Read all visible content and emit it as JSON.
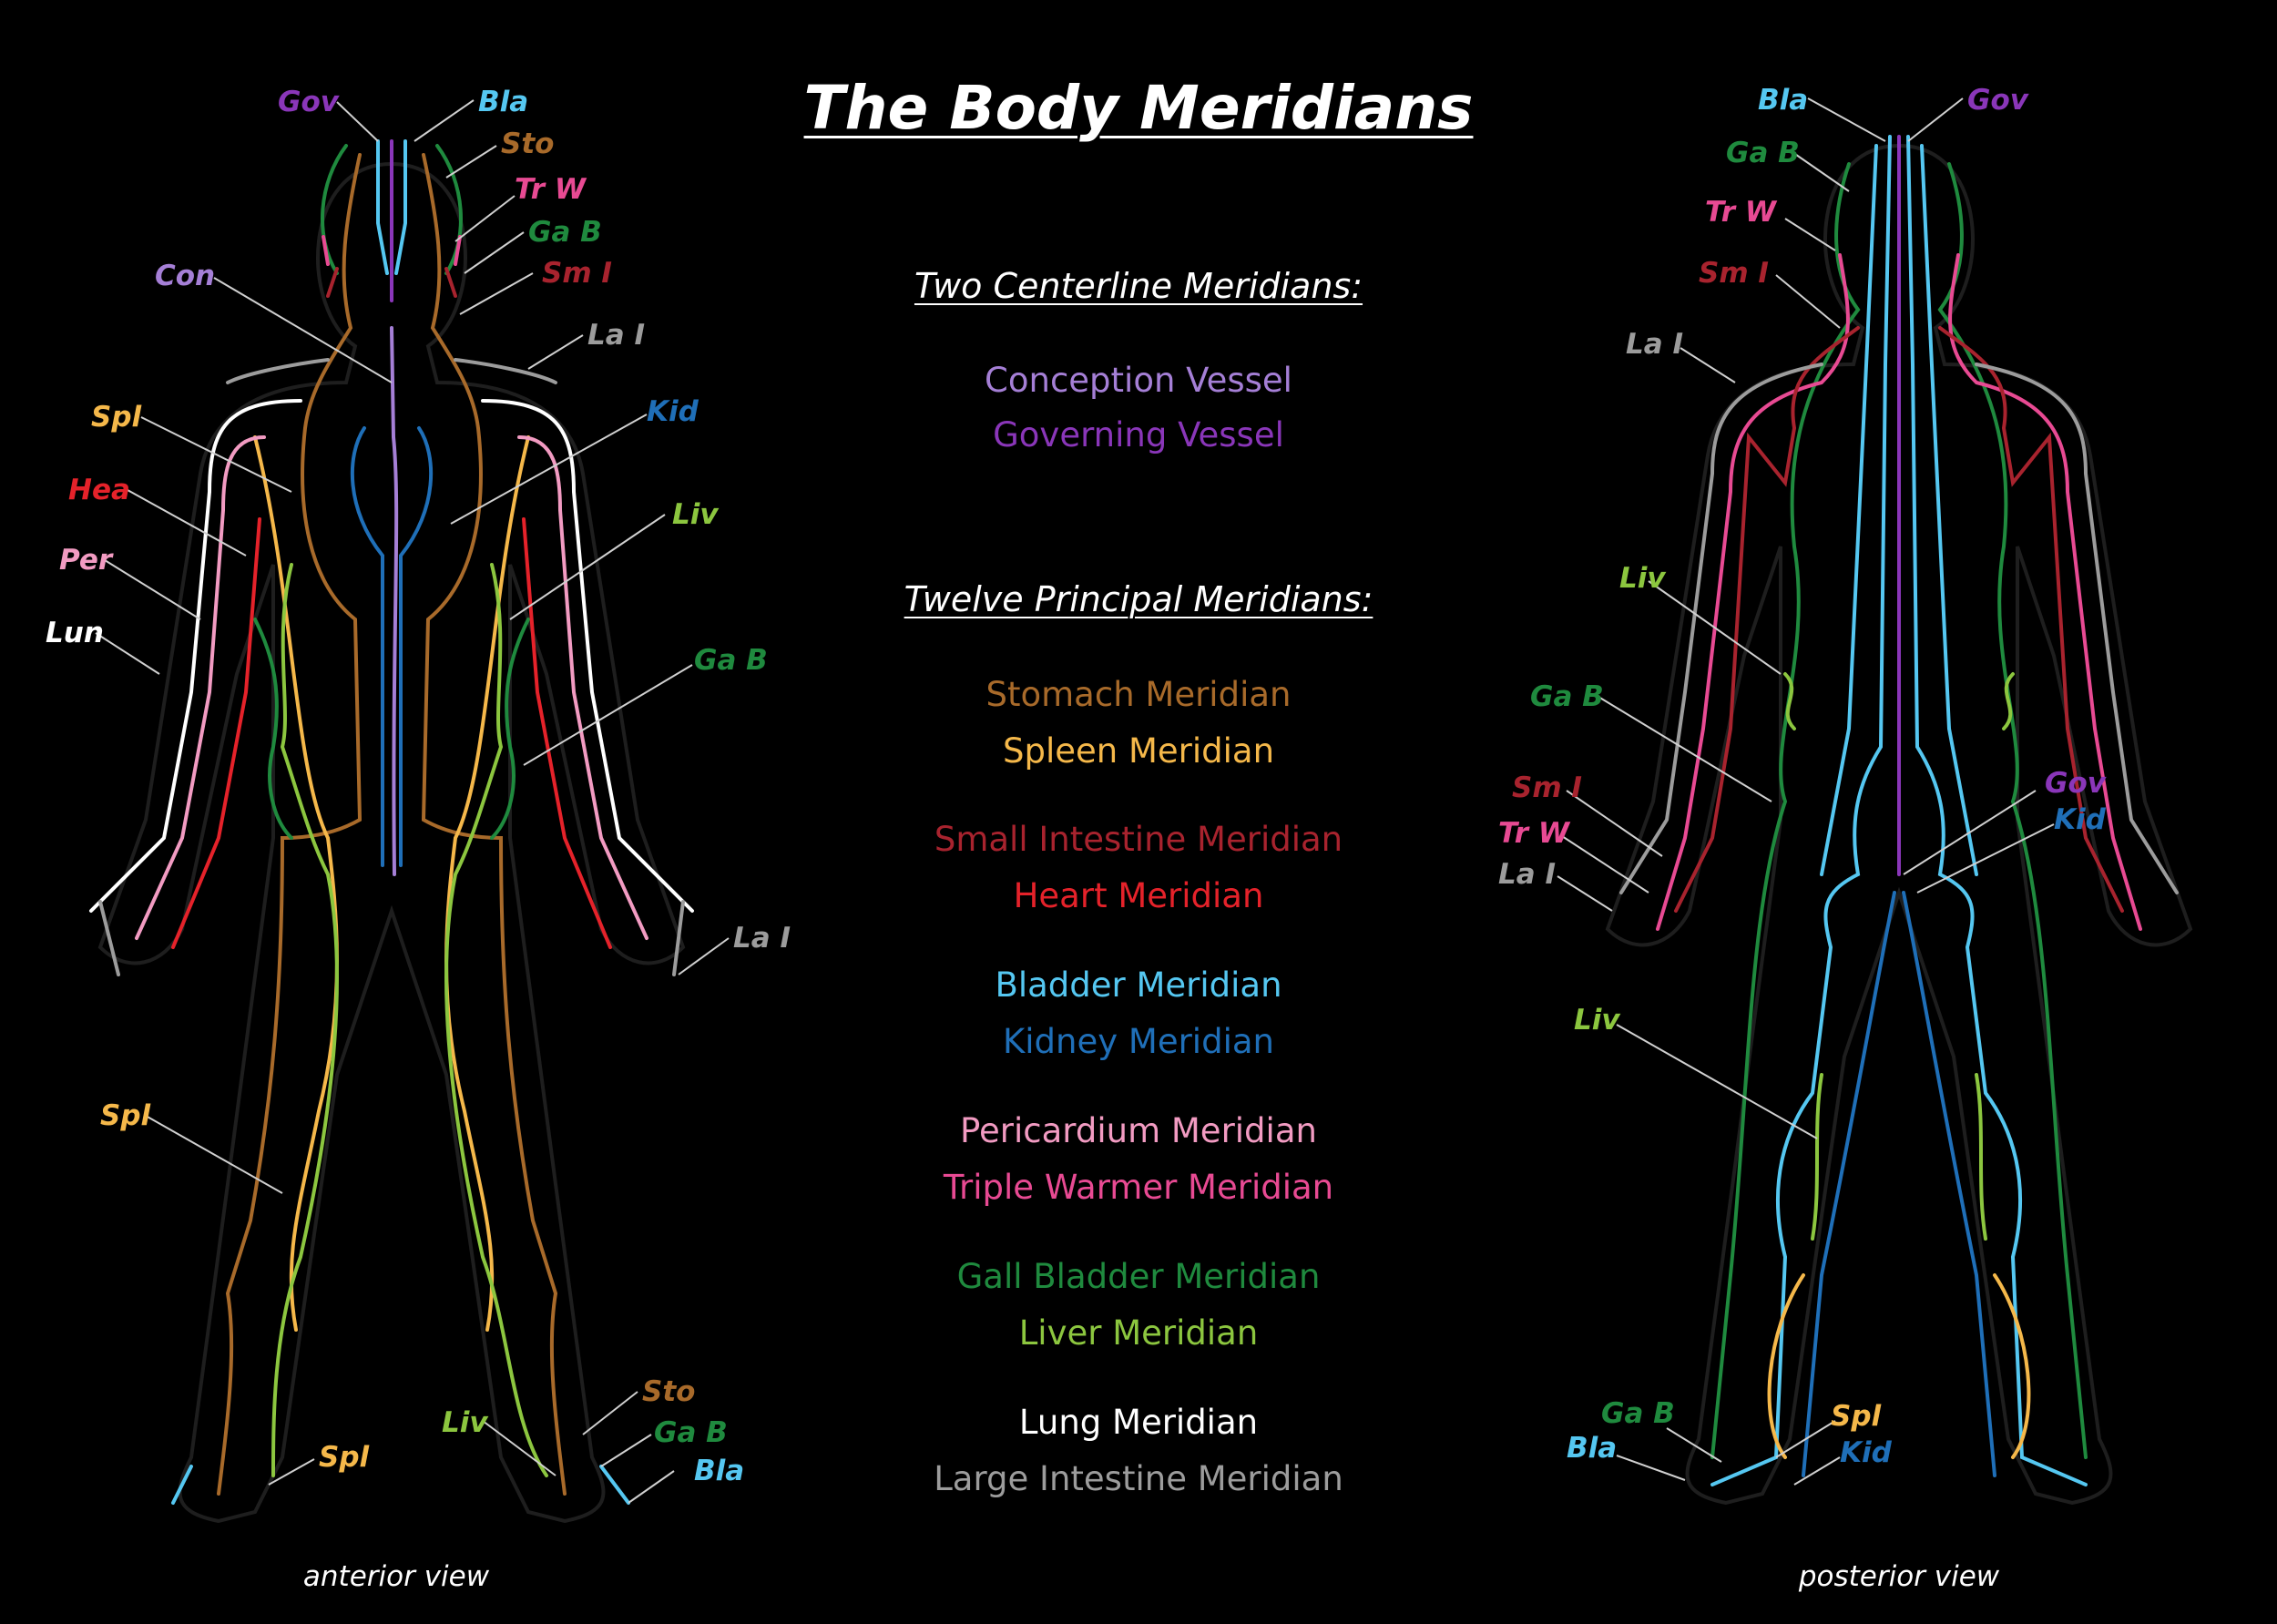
{
  "title": "The Body Meridians",
  "sections": {
    "centerline_heading": "Two Centerline Meridians:",
    "principal_heading": "Twelve Principal Meridians:"
  },
  "colors": {
    "conception": "#a57fd6",
    "governing": "#8a36b9",
    "stomach": "#a86a2a",
    "spleen": "#f5b84a",
    "small_intestine": "#a8232e",
    "heart": "#e5222a",
    "bladder": "#55c7f1",
    "kidney": "#1f6fb8",
    "pericardium": "#f29bc2",
    "triple_warmer": "#e84a93",
    "gall_bladder": "#1f8a3e",
    "liver": "#8cc63f",
    "lung": "#ffffff",
    "large_intestine": "#9c9c9c"
  },
  "legend": {
    "conception": "Conception Vessel",
    "governing": "Governing Vessel",
    "stomach": "Stomach Meridian",
    "spleen": "Spleen Meridian",
    "small_intestine": "Small Intestine Meridian",
    "heart": "Heart Meridian",
    "bladder": "Bladder Meridian",
    "kidney": "Kidney Meridian",
    "pericardium": "Pericardium Meridian",
    "triple_warmer": "Triple Warmer Meridian",
    "gall_bladder": "Gall Bladder Meridian",
    "liver": "Liver Meridian",
    "lung": "Lung Meridian",
    "large_intestine": "Large Intestine Meridian"
  },
  "abbreviations": {
    "gov": "Gov",
    "bla": "Bla",
    "sto": "Sto",
    "trw": "Tr W",
    "gab": "Ga B",
    "smi": "Sm I",
    "con": "Con",
    "lai": "La I",
    "spl": "Spl",
    "kid": "Kid",
    "hea": "Hea",
    "liv": "Liv",
    "per": "Per",
    "lun": "Lun"
  },
  "captions": {
    "anterior": "anterior view",
    "posterior": "posterior view"
  }
}
